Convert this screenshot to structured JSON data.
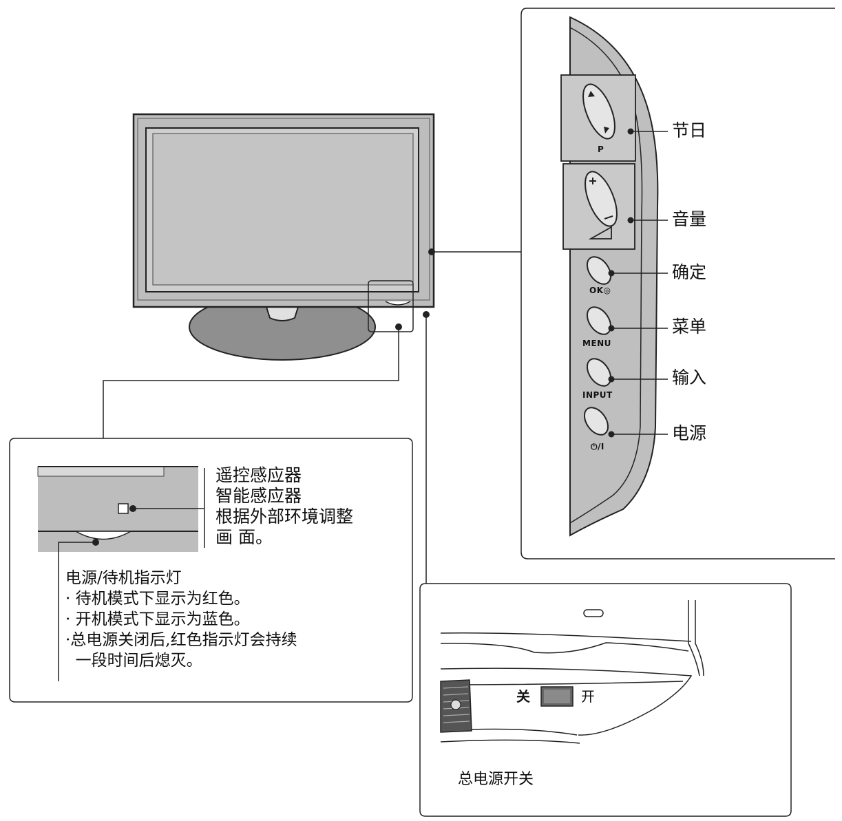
{
  "side_panel": {
    "programme": {
      "label": "节日",
      "button_caption": "P"
    },
    "volume": {
      "label": "音量"
    },
    "ok": {
      "label": "确定",
      "button_caption": "OK◎"
    },
    "menu": {
      "label": "菜单",
      "button_caption": "MENU"
    },
    "input": {
      "label": "输入",
      "button_caption": "INPUT"
    },
    "power": {
      "label": "电源",
      "button_caption": "⏻/I"
    }
  },
  "sensor_box": {
    "lines": [
      "遥控感应器",
      "智能感应器",
      "根据外部环境调整",
      "画 面。"
    ]
  },
  "power_indicator": {
    "title": "电源/待机指示灯",
    "lines": [
      "· 待机模式下显示为红色。",
      "· 开机模式下显示为蓝色。",
      "·总电源关闭后,红色指示灯会持续",
      "  一段时间后熄灭。"
    ]
  },
  "main_switch": {
    "off_label": "关",
    "on_label": "开",
    "caption": "总电源开关"
  },
  "colors": {
    "panel_gray": "#bdbdbd",
    "screen_gray": "#c8c8c8",
    "line": "#222222"
  }
}
